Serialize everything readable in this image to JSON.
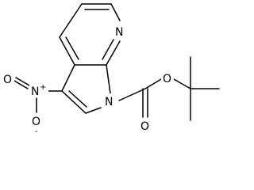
{
  "molecule": {
    "atoms": {
      "pyridine_nitrogen": "N",
      "pyrrole_nitrogen": "N",
      "nitro_nitrogen": "N",
      "nitro_positive_charge": "+",
      "nitro_oxygen_anion": "O",
      "nitro_negative_charge": "-",
      "nitro_oxygen_double": "O",
      "carbonyl_oxygen": "O",
      "ester_oxygen": "O"
    },
    "colors": {
      "bond": "#000000",
      "background": "#ffffff"
    }
  }
}
